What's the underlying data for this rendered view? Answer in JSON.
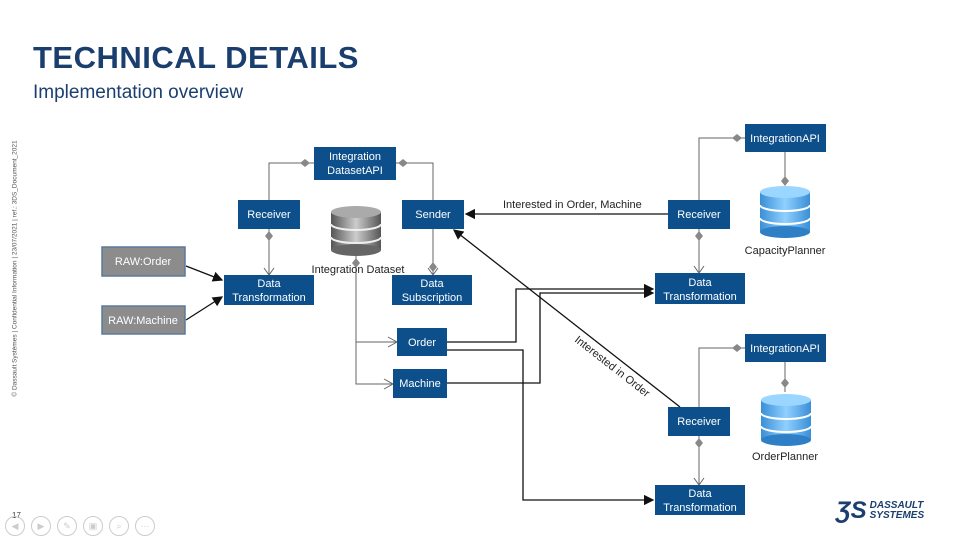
{
  "title": "TECHNICAL DETAILS",
  "subtitle": "Implementation overview",
  "sidebar_text": "© Dassault Systèmes | Confidential Information | 23/07/2021 | ref.: 3DS_Document_2021",
  "slide_number": "17",
  "logo": {
    "line1": "DASSAULT",
    "line2": "SYSTEMES"
  },
  "nodes": {
    "integration_dataset_api": [
      "Integration",
      "DatasetAPI"
    ],
    "receiver_left": "Receiver",
    "sender": "Sender",
    "integration_dataset": "Integration Dataset",
    "raw_order": "RAW:Order",
    "raw_machine": "RAW:Machine",
    "data_transformation_left": [
      "Data",
      "Transformation"
    ],
    "data_subscription": [
      "Data",
      "Subscription"
    ],
    "order": "Order",
    "machine": "Machine",
    "integration_api_top": "IntegrationAPI",
    "capacity_planner": "CapacityPlanner",
    "receiver_top": "Receiver",
    "data_transformation_top": [
      "Data",
      "Transformation"
    ],
    "integration_api_bottom": "IntegrationAPI",
    "order_planner": "OrderPlanner",
    "receiver_bottom": "Receiver",
    "data_transformation_bottom": [
      "Data",
      "Transformation"
    ]
  },
  "edges": {
    "interested_order_machine": "Interested in Order, Machine",
    "interested_order": "Interested in Order"
  }
}
